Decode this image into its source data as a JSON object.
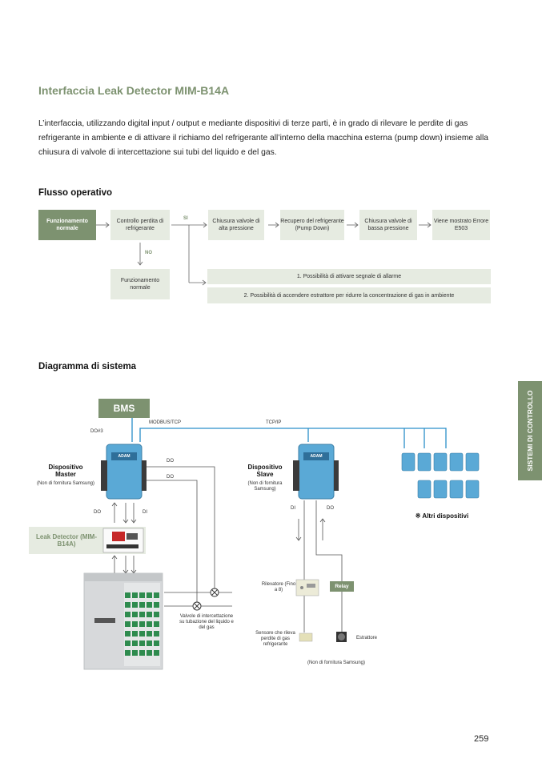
{
  "title": "Interfaccia Leak Detector MIM-B14A",
  "intro": "L’interfaccia, utilizzando digital input / output e mediante dispositivi di terze parti, è in grado di rilevare le perdite di gas refrigerante in ambiente e di attivare il richiamo del refrigerante all’interno della macchina esterna (pump down) insieme alla chiusura di valvole di intercettazione sui tubi del liquido e del gas.",
  "flow": {
    "heading": "Flusso operativo",
    "start": "Funzionamento normale",
    "check": "Controllo perdita di refrigerante",
    "yes": "SI",
    "no": "NO",
    "high_valve": "Chiusura valvole di alta pressione",
    "pump_down": "Recupero del refrigerante (Pump Down)",
    "low_valve": "Chiusura valvole di bassa pressione",
    "error": "Viene mostrato Errore E503",
    "normal": "Funzionamento normale",
    "option1": "1. Possibilità di attivare segnale di allarme",
    "option2": "2. Possibilità di accendere estrattore per ridurre la concentrazione di gas in ambiente"
  },
  "diagram": {
    "heading": "Diagramma di sistema",
    "bms": "BMS",
    "modbus": "MODBUS/TCP",
    "tcpip": "TCP/IP",
    "do3": "DO#3",
    "master": "Dispositivo Master",
    "master_note": "(Non di fornitura Samsung)",
    "slave": "Dispositivo Slave",
    "slave_note": "(Non di fornitura Samsung)",
    "do": "DO",
    "di": "DI",
    "leak_detector": "Leak Detector (MIM-B14A)",
    "other_devices": "※ Altri dispositivi",
    "valves": "Valvole di intercettazione su tubazione del liquido e del gas",
    "detector": "Rilevatore (Fino a 8)",
    "relay": "Relay",
    "sensor": "Sensore che rileva perdite di gas refrigerante",
    "extractor": "Estrattore",
    "bottom_note": "(Non di fornitura Samsung)",
    "adam_logo": "ADAM"
  },
  "side_tab": "SISTEMI DI CONTROLLO",
  "page_number": "259",
  "colors": {
    "accent": "#7d9270",
    "box": "#e6ebe1",
    "module": "#5aa9d6",
    "line": "#2b8fc9"
  }
}
